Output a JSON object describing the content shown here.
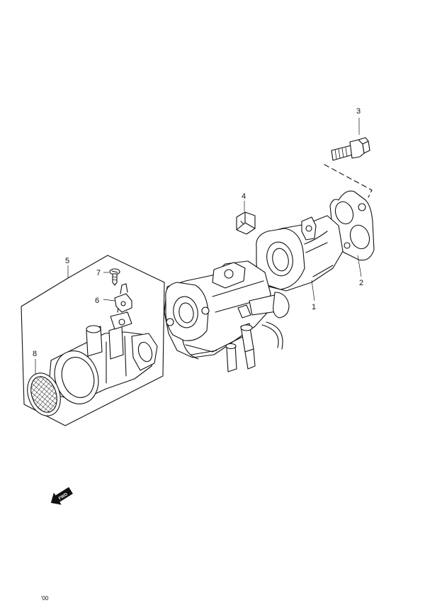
{
  "callouts": [
    {
      "id": "1",
      "label": "1"
    },
    {
      "id": "2",
      "label": "2"
    },
    {
      "id": "3",
      "label": "3"
    },
    {
      "id": "4",
      "label": "4"
    },
    {
      "id": "5",
      "label": "5"
    },
    {
      "id": "6",
      "label": "6"
    },
    {
      "id": "7",
      "label": "7"
    },
    {
      "id": "8",
      "label": "8"
    }
  ],
  "direction_arrow": {
    "label": "FWD",
    "icon": "fwd-arrow-icon"
  },
  "footer_mark": {
    "text": "'00"
  }
}
